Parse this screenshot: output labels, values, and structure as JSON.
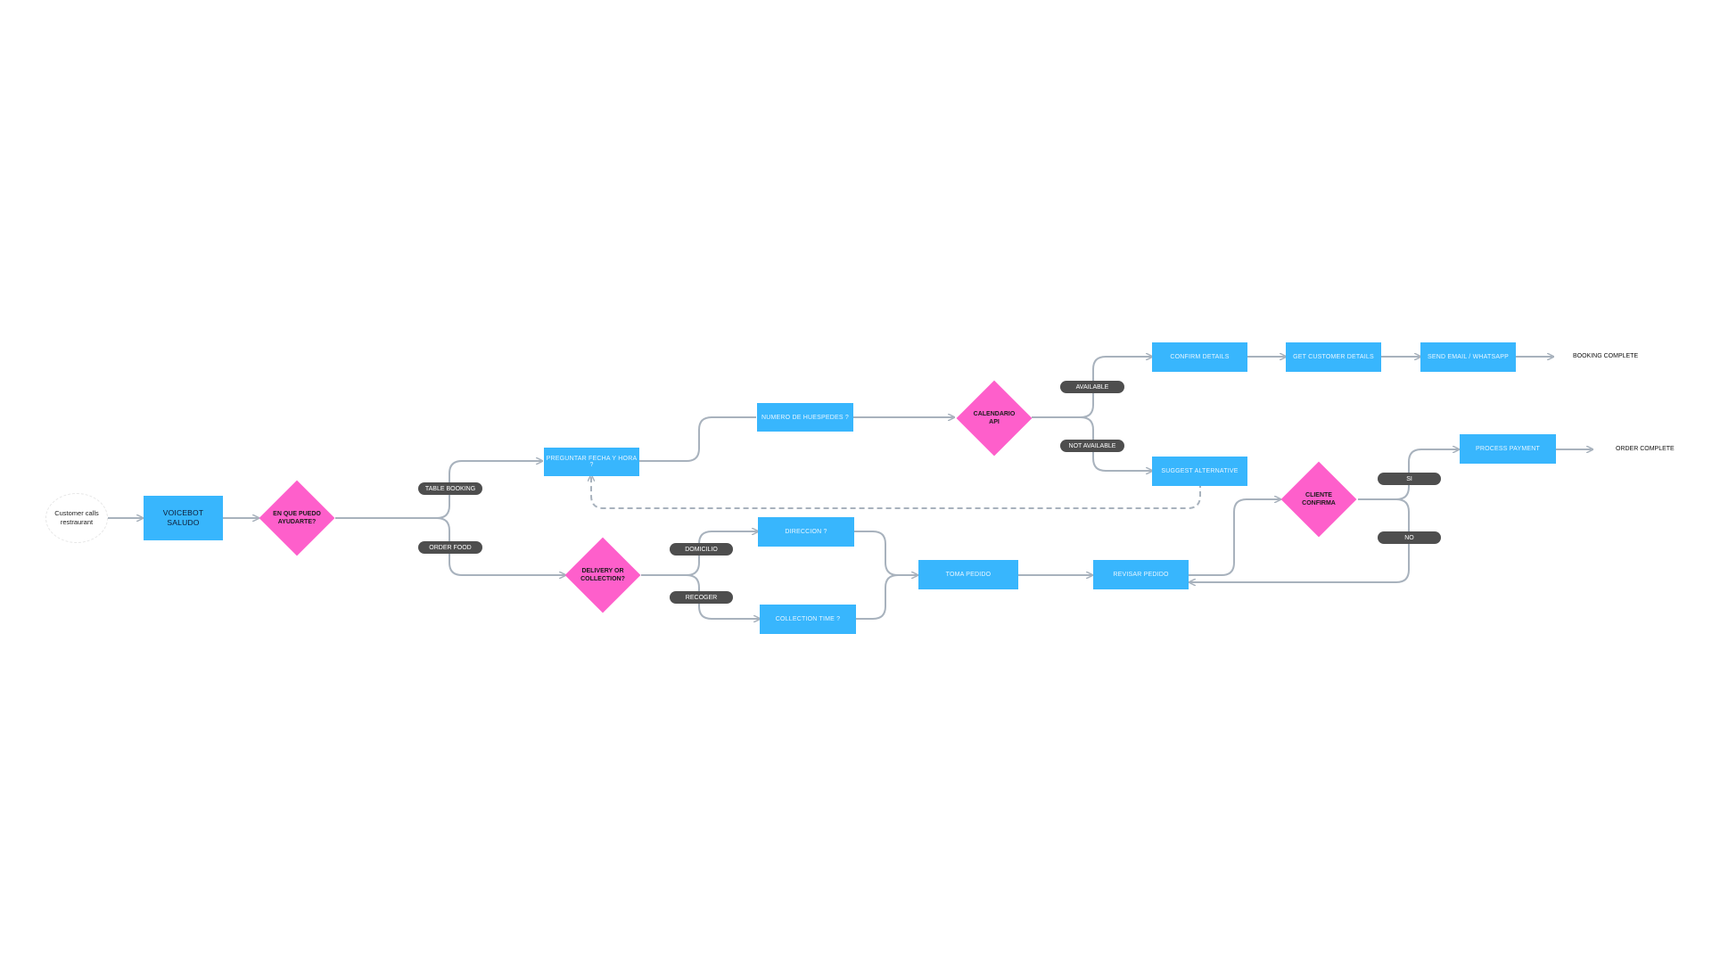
{
  "diagram": {
    "start": "Customer calls\nrestraurant",
    "voicebot": "VOICEBOT\nSALUDO",
    "q_help": "EN QUE PUEDO\nAYUDARTE?",
    "label_table_booking": "TABLE BOOKING",
    "label_order_food": "ORDER FOOD",
    "preguntar": "PREGUNTAR FECHA Y HORA ?",
    "numero": "NUMERO DE HUESPEDES ?",
    "calendario": "CALENDARIO\nAPI",
    "label_available": "AVAILABLE",
    "label_not_available": "NOT AVAILABLE",
    "confirm_details": "CONFIRM DETAILS",
    "get_customer": "GET CUSTOMER DETAILS",
    "send_email": "SEND EMAIL / WHATSAPP",
    "booking_complete": "BOOKING COMPLETE",
    "suggest_alt": "SUGGEST ALTERNATIVE",
    "delivery_q": "DELIVERY OR\nCOLLECTION?",
    "label_domicilio": "DOMICILIO",
    "label_recoger": "RECOGER",
    "direccion": "DIRECCION ?",
    "collection_time": "COLLECTION TIME ?",
    "toma_pedido": "TOMA PEDIDO",
    "revisar_pedido": "REVISAR PEDIDO",
    "cliente_confirma": "CLIENTE\nCONFIRMA",
    "label_si": "SI",
    "label_no": "NO",
    "process_payment": "PROCESS PAYMENT",
    "order_complete": "ORDER COMPLETE"
  },
  "colors": {
    "process": "#38b6fd",
    "decision": "#fe5fcb",
    "label_pill": "#4e4e4e",
    "connector": "#a8b2bd"
  }
}
